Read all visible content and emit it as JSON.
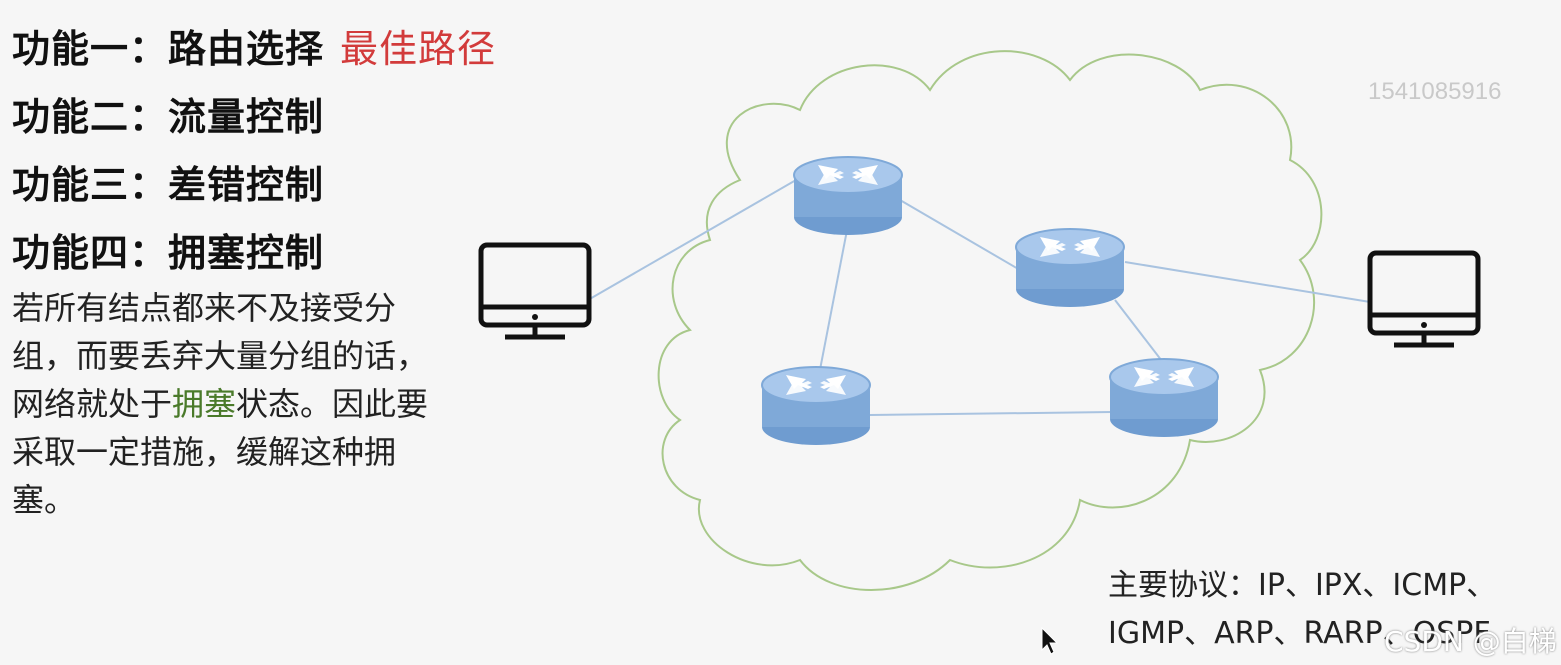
{
  "functions": [
    {
      "label": "功能一：路由选择",
      "note": "最佳路径"
    },
    {
      "label": "功能二：流量控制"
    },
    {
      "label": "功能三：差错控制"
    },
    {
      "label": "功能四：拥塞控制"
    }
  ],
  "paragraph": {
    "before": "若所有结点都来不及接受分组，而要丢弃大量分组的话，网络就处于",
    "highlight": "拥塞",
    "after": "状态。因此要采取一定措施，缓解这种拥塞。"
  },
  "watermark": "1541085916",
  "protocols": {
    "line1": "主要协议：IP、IPX、ICMP、",
    "line2": "IGMP、ARP、RARP、OSPF"
  },
  "csdn_credit": "CSDN @白梯",
  "colors": {
    "note_red": "#d23b3b",
    "highlight_green": "#4a7a2a",
    "router_blue": "#7fa9d8",
    "cloud_green": "#a8c88a"
  },
  "icons": [
    "router-icon",
    "computer-icon",
    "cursor-icon"
  ]
}
